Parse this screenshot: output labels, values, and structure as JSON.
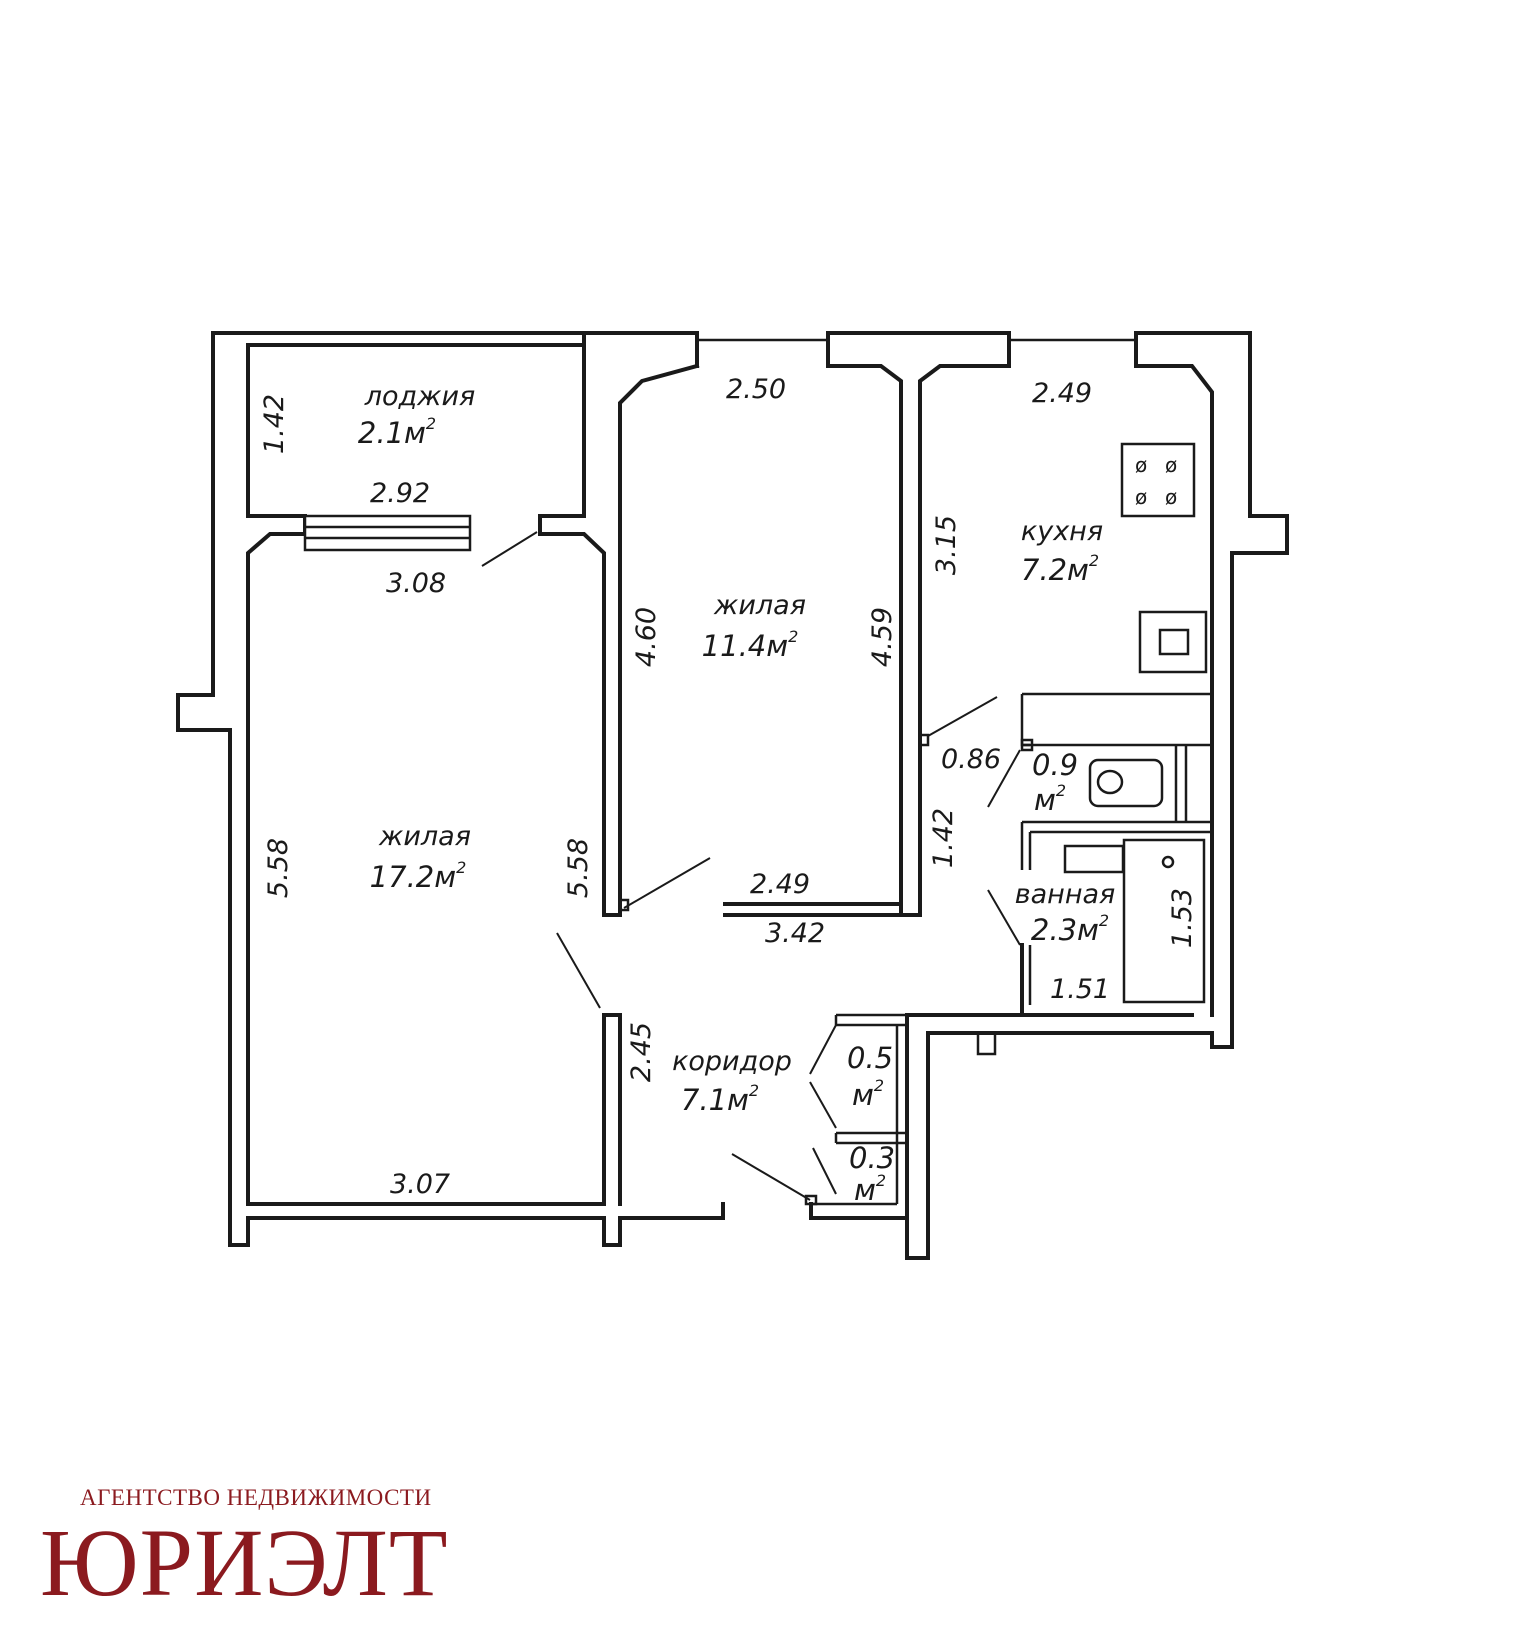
{
  "rooms": {
    "loggia": {
      "name": "лоджия",
      "area": "2.1м",
      "sup": "2"
    },
    "living2": {
      "name": "жилая",
      "area": "11.4м",
      "sup": "2"
    },
    "kitchen": {
      "name": "кухня",
      "area": "7.2м",
      "sup": "2"
    },
    "living1": {
      "name": "жилая",
      "area": "17.2м",
      "sup": "2"
    },
    "wc": {
      "area": "0.9",
      "unit": "м",
      "sup": "2"
    },
    "bath": {
      "name": "ванная",
      "area": "2.3м",
      "sup": "2"
    },
    "corridor": {
      "name": "коридор",
      "area": "7.1м",
      "sup": "2"
    },
    "closet1": {
      "area": "0.5",
      "unit": "м",
      "sup": "2"
    },
    "closet2": {
      "area": "0.3",
      "unit": "м",
      "sup": "2"
    }
  },
  "dimensions": {
    "loggia_height": "1.42",
    "loggia_width": "2.92",
    "living1_top": "3.08",
    "living1_left": "5.58",
    "living1_right": "5.58",
    "living1_bottom": "3.07",
    "living2_top": "2.50",
    "living2_left": "4.60",
    "living2_right": "4.59",
    "living2_bottom": "2.49",
    "kitchen_top": "2.49",
    "kitchen_left": "3.15",
    "wc_door": "0.86",
    "hall_side": "1.42",
    "corridor_top": "3.42",
    "corridor_left": "2.45",
    "bath_right": "1.53",
    "bath_bottom": "1.51"
  },
  "branding": {
    "agency_subtitle": "АГЕНТСТВО НЕДВИЖИМОСТИ",
    "agency_name": "ЮРИЭЛТ",
    "color": "#8b1a1f"
  }
}
